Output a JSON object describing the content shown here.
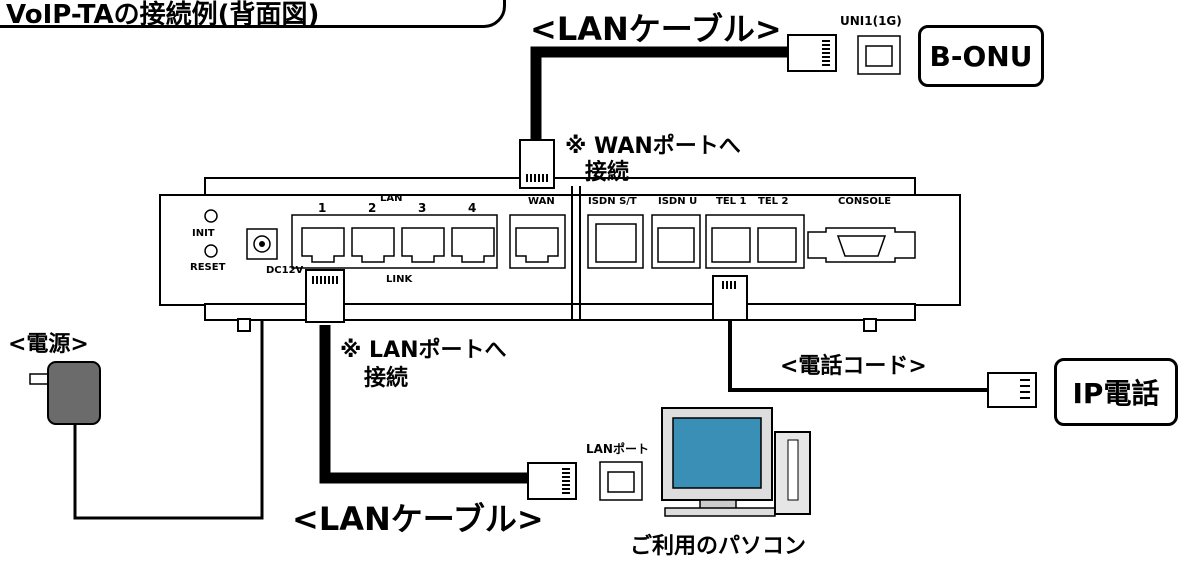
{
  "title": "VoIP-TAの接続例(背面図)",
  "labels": {
    "lan_cable_top": "<LANケーブル>",
    "lan_cable_bottom": "<LANケーブル>",
    "power": "<電源>",
    "phone_cord": "<電話コード>",
    "uni": "UNI1(1G)",
    "wan_note_1": "※ WANポートへ",
    "wan_note_2": "接続",
    "lan_note_1": "※ LANポートへ",
    "lan_note_2": "接続",
    "lan_port": "LANポート",
    "pc": "ご利用のパソコン"
  },
  "boxes": {
    "onu": "B-ONU",
    "ip_phone": "IP電話"
  },
  "device": {
    "init": "INIT",
    "reset": "RESET",
    "dc": "DC12V",
    "lan": "LAN",
    "port1": "1",
    "port2": "2",
    "port3": "3",
    "port4": "4",
    "link": "LINK",
    "wan": "WAN",
    "isdn_st": "ISDN S/T",
    "isdn_u": "ISDN U",
    "tel1": "TEL 1",
    "tel2": "TEL 2",
    "console": "CONSOLE"
  }
}
